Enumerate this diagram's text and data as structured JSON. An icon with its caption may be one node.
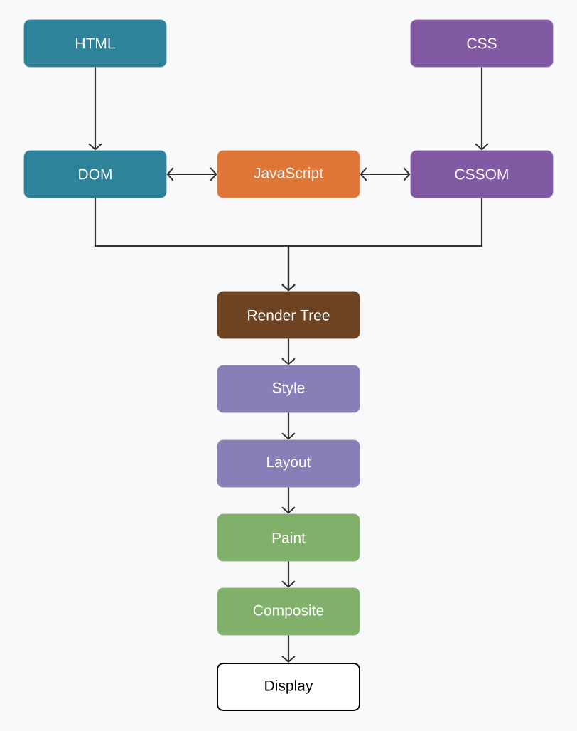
{
  "diagram": {
    "nodes": [
      {
        "text": [
          "HTML"
        ]
      },
      {
        "text": [
          "CSS"
        ]
      },
      {
        "text": [
          "DOM"
        ]
      },
      {
        "text": [
          "JavaScript"
        ]
      },
      {
        "text": [
          "CSSOM"
        ]
      },
      {
        "text": [
          "Render Tree"
        ]
      },
      {
        "text": [
          "Style"
        ]
      },
      {
        "text": [
          "Layout"
        ]
      },
      {
        "text": [
          "Paint"
        ]
      },
      {
        "text": [
          "Composite"
        ]
      },
      {
        "text": [
          "Display"
        ]
      }
    ],
    "edges": [
      {
        "from": 0,
        "to": 2,
        "arrow": "to"
      },
      {
        "from": 1,
        "to": 4,
        "arrow": "to"
      },
      {
        "from": 2,
        "to": 3,
        "arrow": "both"
      },
      {
        "from": 3,
        "to": 4,
        "arrow": "both"
      },
      {
        "from": 2,
        "to": 5,
        "arrow": "to"
      },
      {
        "from": 4,
        "to": 5,
        "arrow": "to"
      },
      {
        "from": 5,
        "to": 6,
        "arrow": "to"
      },
      {
        "from": 6,
        "to": 7,
        "arrow": "to"
      },
      {
        "from": 7,
        "to": 8,
        "arrow": "to"
      },
      {
        "from": 8,
        "to": 9,
        "arrow": "to"
      },
      {
        "from": 9,
        "to": 10,
        "arrow": "to"
      }
    ]
  }
}
